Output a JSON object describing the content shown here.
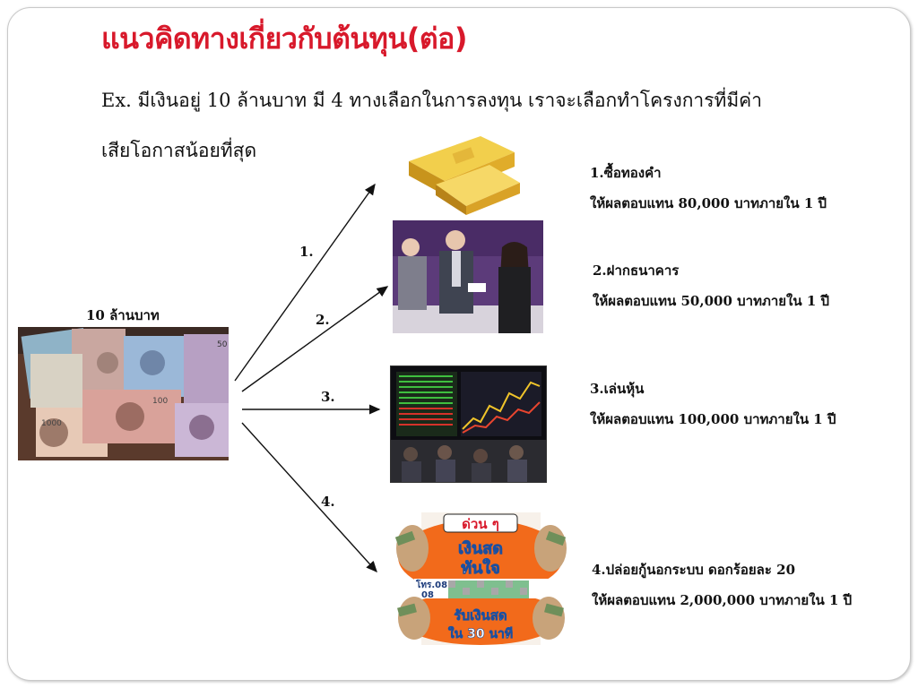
{
  "title": "แนวคิดทางเกี่ยวกับต้นทุน(ต่อ)",
  "intro": {
    "line1": "Ex. มีเงินอยู่ 10 ล้านบาท มี 4 ทางเลือกในการลงทุน เราจะเลือกทำโครงการที่มีค่า",
    "line2": "เสียโอกาสน้อยที่สุด"
  },
  "source": {
    "label": "10 ล้านบาท"
  },
  "arrows": [
    {
      "number": "1."
    },
    {
      "number": "2."
    },
    {
      "number": "3."
    },
    {
      "number": "4."
    }
  ],
  "options": [
    {
      "name": "1.ซื้อทองคำ",
      "return": "ให้ผลตอบแทน 80,000 บาทภายใน 1 ปี"
    },
    {
      "name": "2.ฝากธนาคาร",
      "return": "ให้ผลตอบแทน 50,000 บาทภายใน 1 ปี"
    },
    {
      "name": "3.เล่นหุ้น",
      "return": "ให้ผลตอบแทน 100,000 บาทภายใน 1 ปี"
    },
    {
      "name": "4.ปล่อยกู้นอกระบบ ดอกร้อยละ 20",
      "return": "ให้ผลตอบแทน 2,000,000 บาทภายใน 1 ปี"
    }
  ],
  "loan_poster": {
    "banner": "ด่วน ๆ",
    "headline1": "เงินสด",
    "headline2": "ทันใจ",
    "phone1": "โทร.08",
    "phone2": "08",
    "offer1": "รับเงินสด",
    "offer2": "ใน 30 นาที"
  },
  "colors": {
    "title": "#d8192b",
    "gold": "#e6b422",
    "poster_orange": "#f26a1b"
  }
}
